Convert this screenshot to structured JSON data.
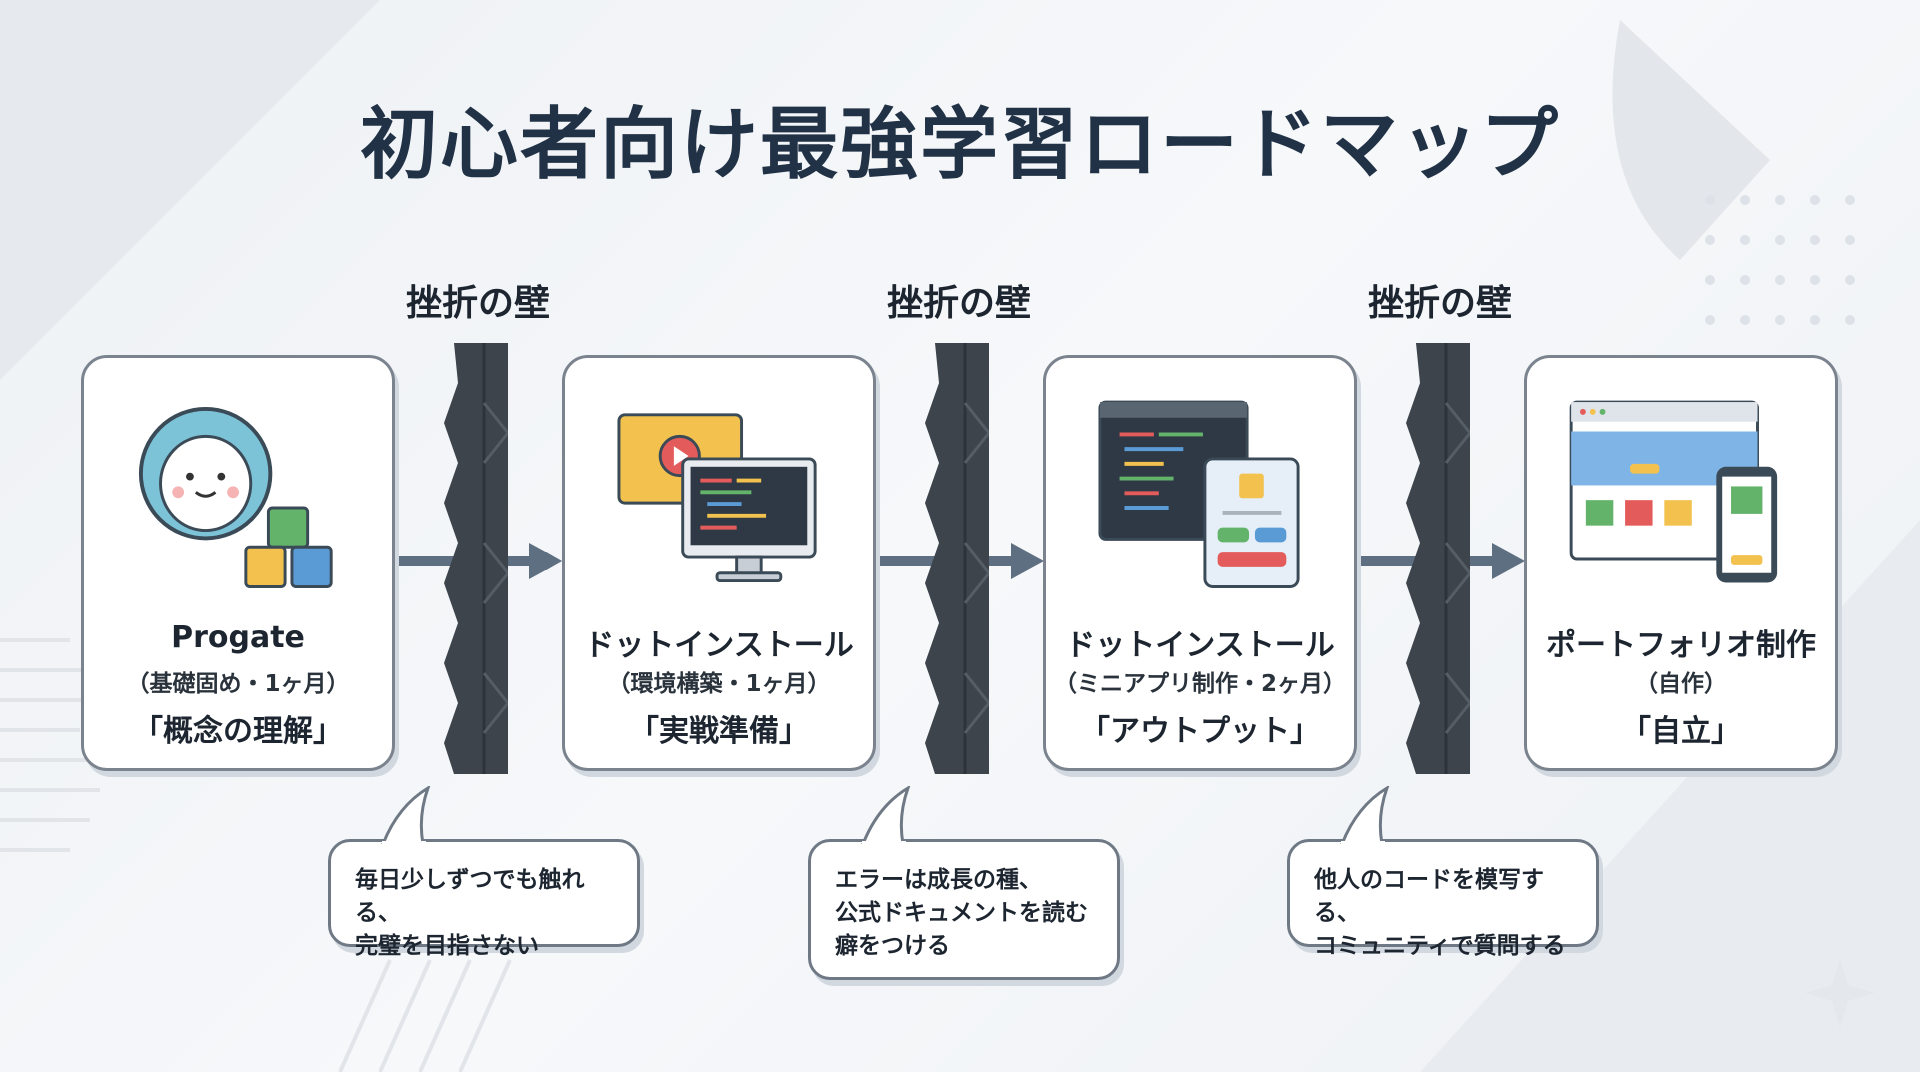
{
  "title": "初心者向け最強学習ロードマップ",
  "wall_label": "挫折の壁",
  "steps": [
    {
      "name": "Progate",
      "detail": "（基礎固め・1ヶ月）",
      "goal": "「概念の理解」",
      "icon": "mascot-blocks-icon"
    },
    {
      "name": "ドットインストール",
      "detail": "（環境構築・1ヶ月）",
      "goal": "「実戦準備」",
      "icon": "video-monitor-icon"
    },
    {
      "name": "ドットインストール",
      "detail": "（ミニアプリ制作・2ヶ月）",
      "goal": "「アウトプット」",
      "icon": "code-app-icon"
    },
    {
      "name": "ポートフォリオ制作",
      "detail": "（自作）",
      "goal": "「自立」",
      "icon": "website-mobile-icon"
    }
  ],
  "tips": [
    {
      "lines": [
        "毎日少しずつでも触れる、",
        "完璧を目指さない"
      ]
    },
    {
      "lines": [
        "エラーは成長の種、",
        "公式ドキュメントを読む",
        "癖をつける"
      ]
    },
    {
      "lines": [
        "他人のコードを模写する、",
        "コミュニティで質問する"
      ]
    }
  ],
  "colors": {
    "wall": "#3d444c",
    "arrow": "#5e6f82",
    "title": "#223246"
  }
}
